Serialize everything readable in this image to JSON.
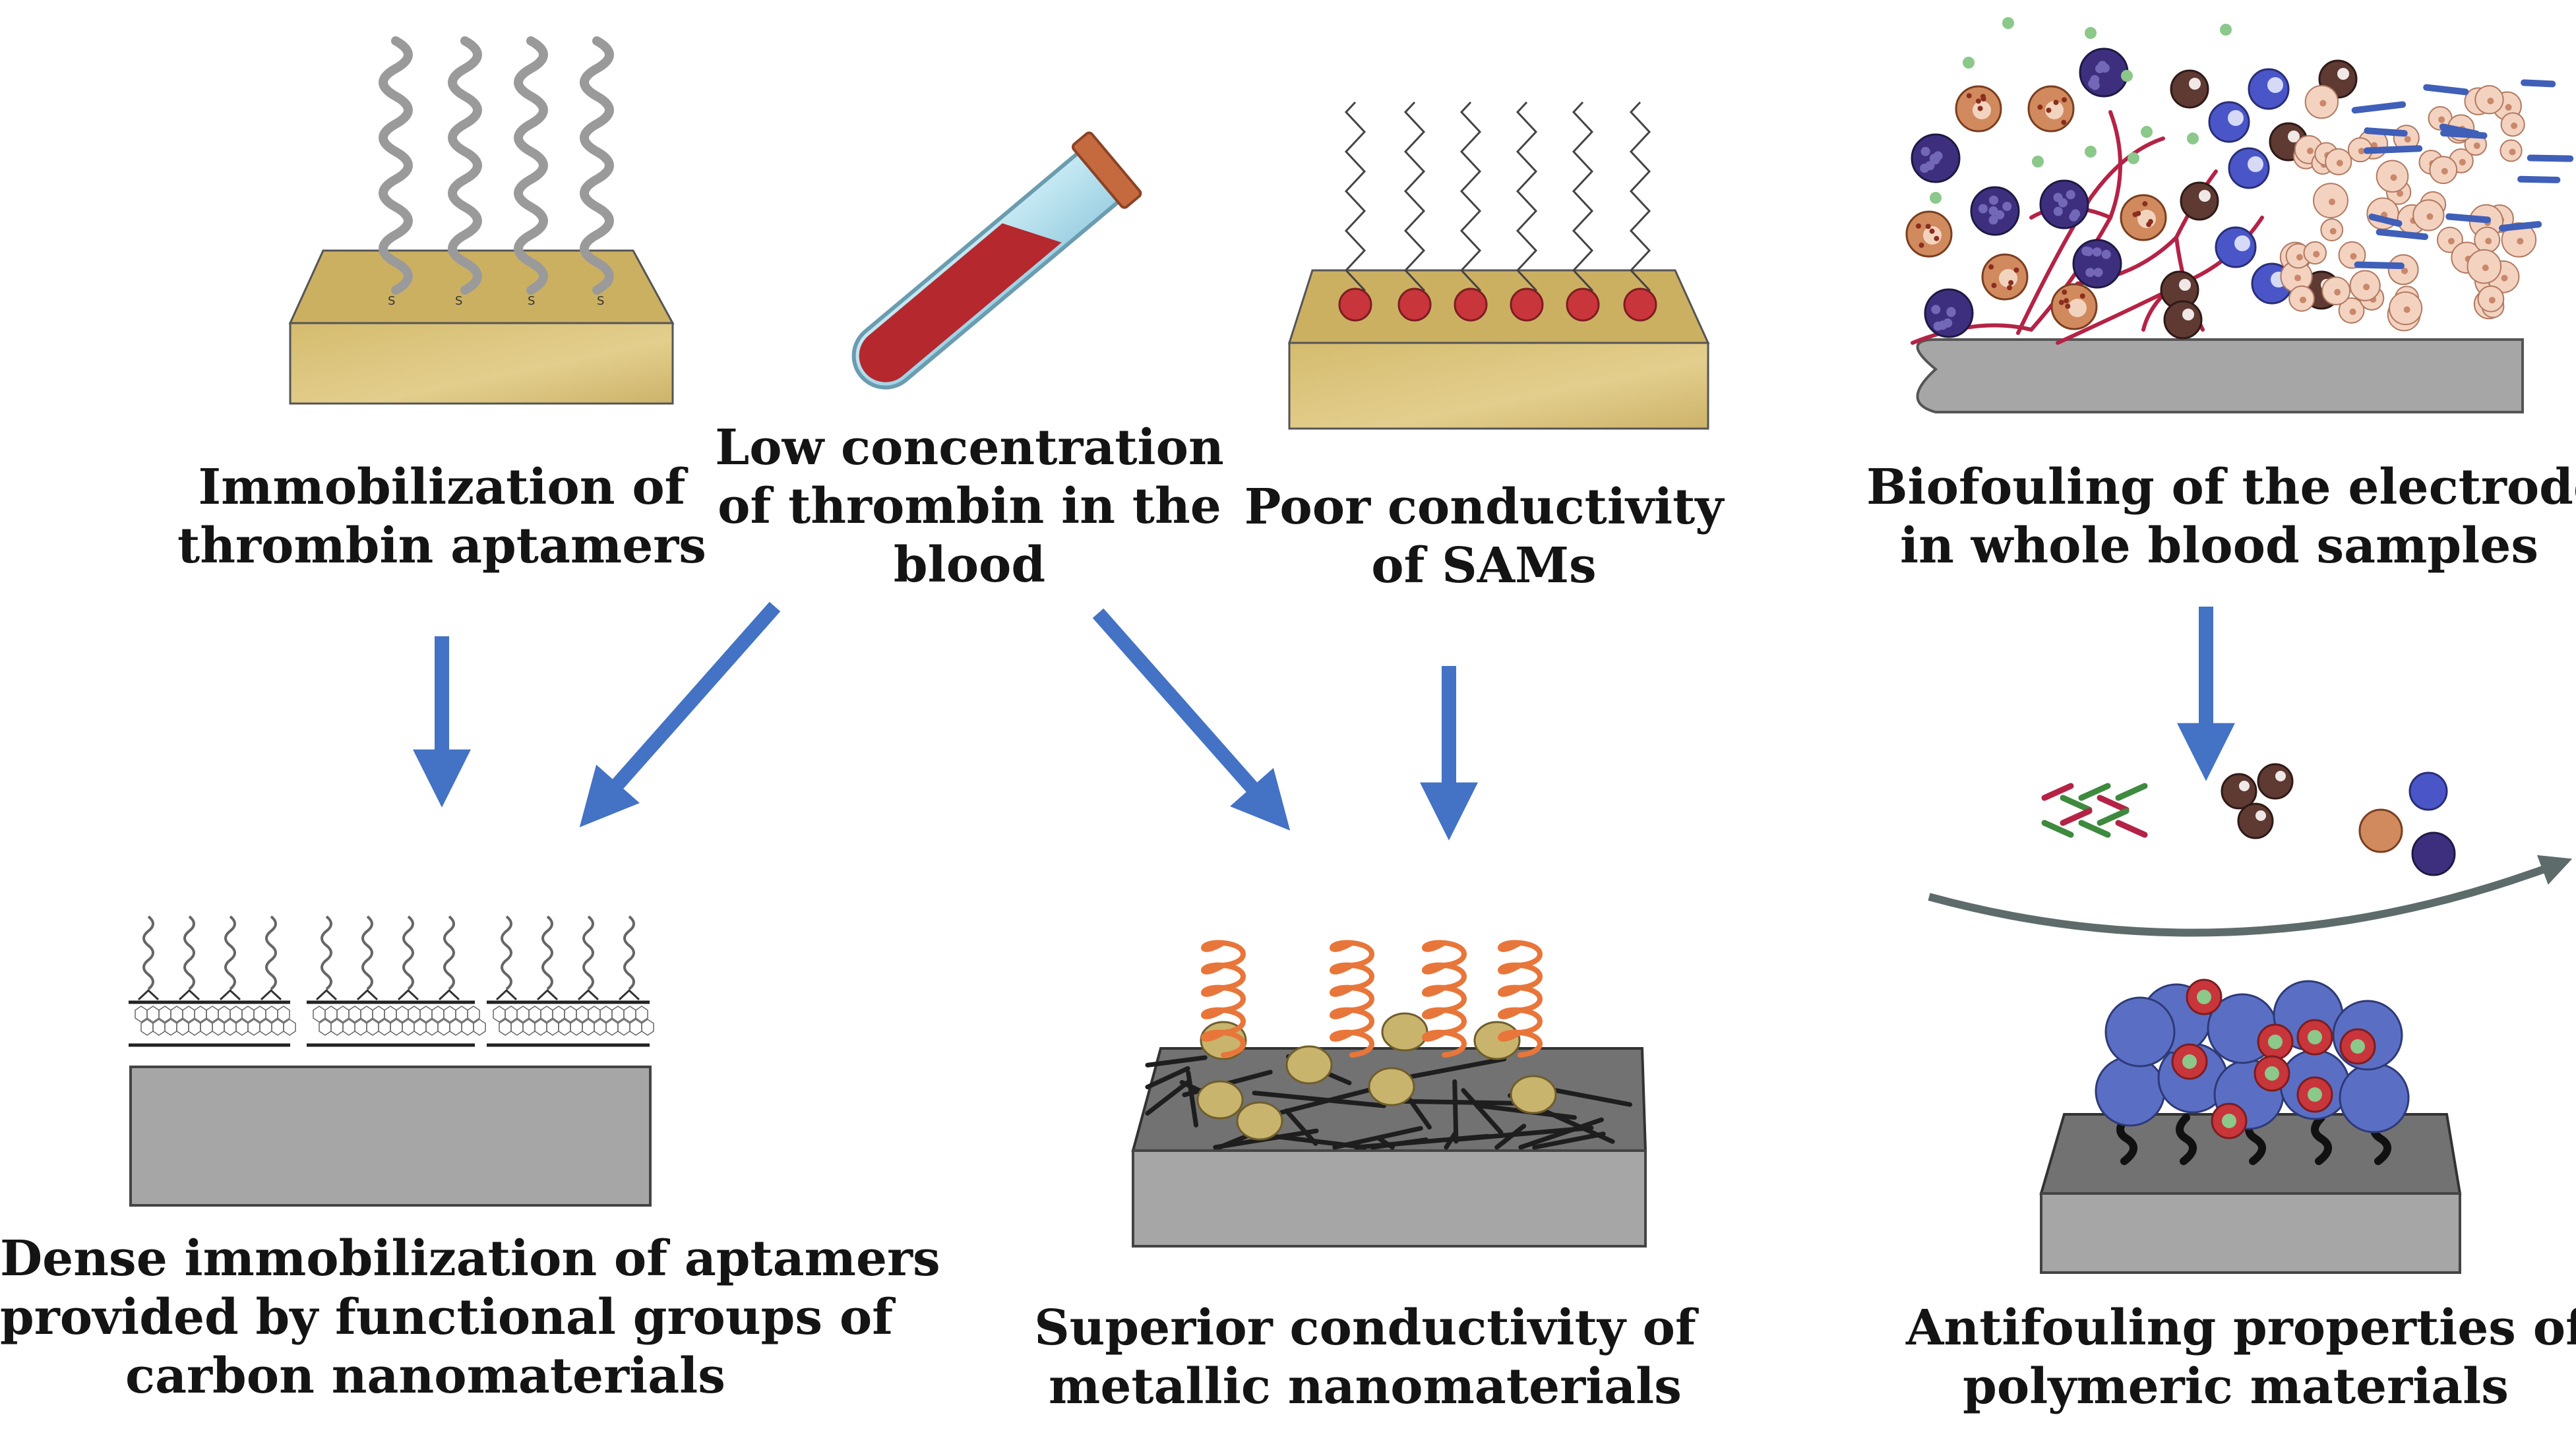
{
  "labels": {
    "immobilization_aptamers": [
      "Immobilization of",
      "thrombin aptamers"
    ],
    "low_concentration": [
      "Low concentration",
      "of thrombin in the",
      "blood"
    ],
    "poor_conductivity": [
      "Poor conductivity",
      "of SAMs"
    ],
    "biofouling": [
      "Biofouling of the electrode",
      "in whole blood samples"
    ],
    "dense_immobilization": [
      "Dense immobilization of aptamers",
      "provided by functional groups of",
      "carbon nanomaterials"
    ],
    "superior_conductivity": [
      "Superior conductivity of",
      "metallic nanomaterials"
    ],
    "antifouling": [
      "Antifouling properties of",
      "polymeric materials"
    ]
  },
  "colors": {
    "arrow": "#4472C4",
    "gold": "#D9C07A",
    "gray_electrode": "#A6A6A6",
    "blood": "#B5282E",
    "sam_head": "#C8353A",
    "wire": "#E8763A",
    "polymer": "#5A6FC4"
  }
}
